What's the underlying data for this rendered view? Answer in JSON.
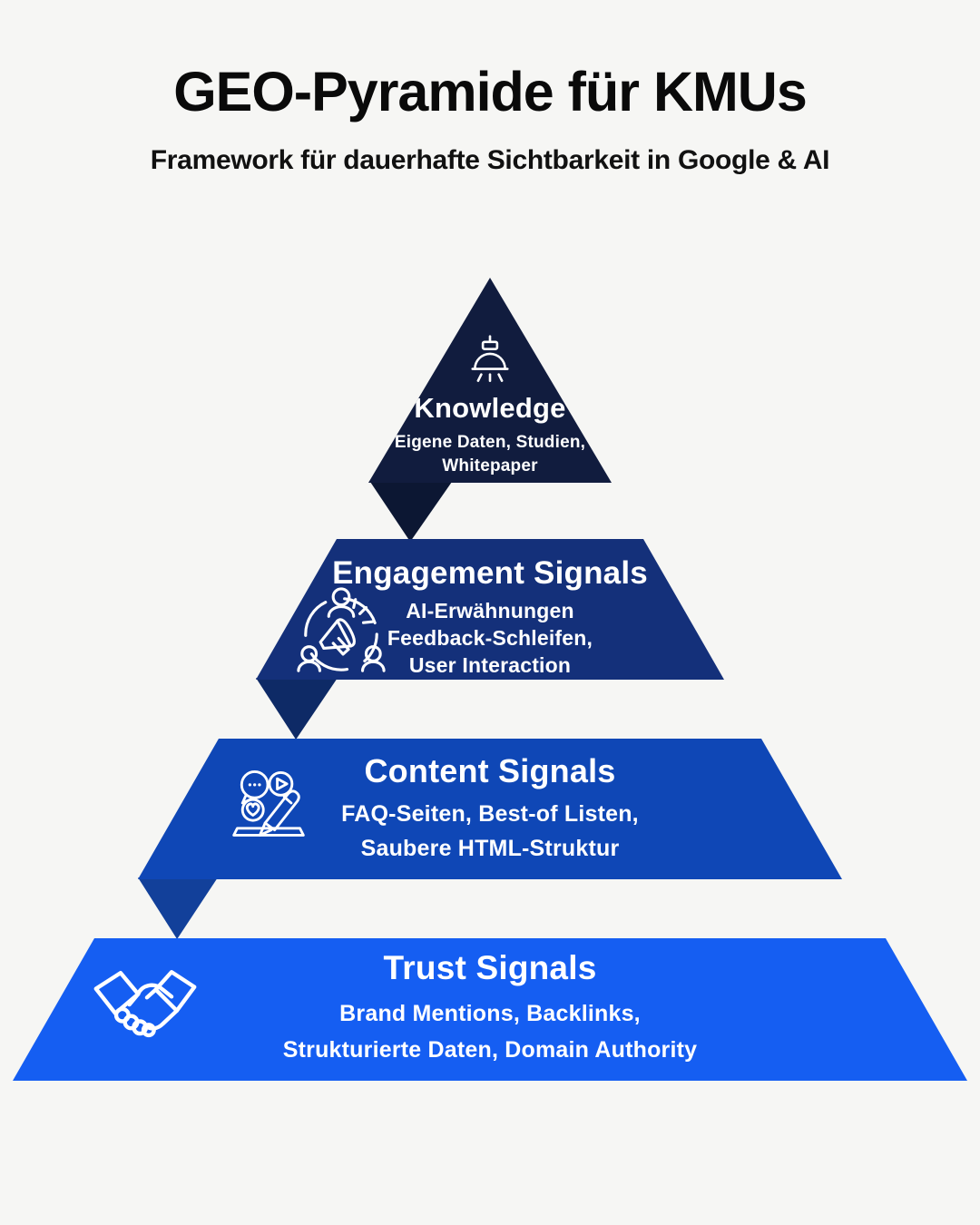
{
  "page": {
    "background": "#f6f6f4",
    "text_color": "#0a0a0a",
    "band_text_color": "#ffffff"
  },
  "header": {
    "title": "GEO-Pyramide für KMUs",
    "subtitle": "Framework für dauerhafte Sichtbarkeit in Google & AI"
  },
  "pyramid": {
    "levels": [
      {
        "name": "knowledge",
        "title": "Knowledge",
        "lines": [
          "Eigene Daten, Studien,",
          "Whitepaper"
        ],
        "color": "#111c3e",
        "fold_color": "#0c1733",
        "icon": "pendant-lamp-icon"
      },
      {
        "name": "engagement",
        "title": "Engagement Signals",
        "lines": [
          "AI-Erwähnungen",
          "Feedback-Schleifen,",
          "User Interaction"
        ],
        "color": "#14307a",
        "fold_color": "#0e2a66",
        "icon": "megaphone-community-icon"
      },
      {
        "name": "content",
        "title": "Content Signals",
        "lines": [
          "FAQ-Seiten, Best-of Listen,",
          "Saubere HTML-Struktur"
        ],
        "color": "#0f47b6",
        "fold_color": "#12409a",
        "icon": "content-creation-icon"
      },
      {
        "name": "trust",
        "title": "Trust Signals",
        "lines": [
          "Brand Mentions, Backlinks,",
          "Strukturierte Daten, Domain Authority"
        ],
        "color": "#155ef2",
        "icon": "handshake-icon"
      }
    ]
  }
}
